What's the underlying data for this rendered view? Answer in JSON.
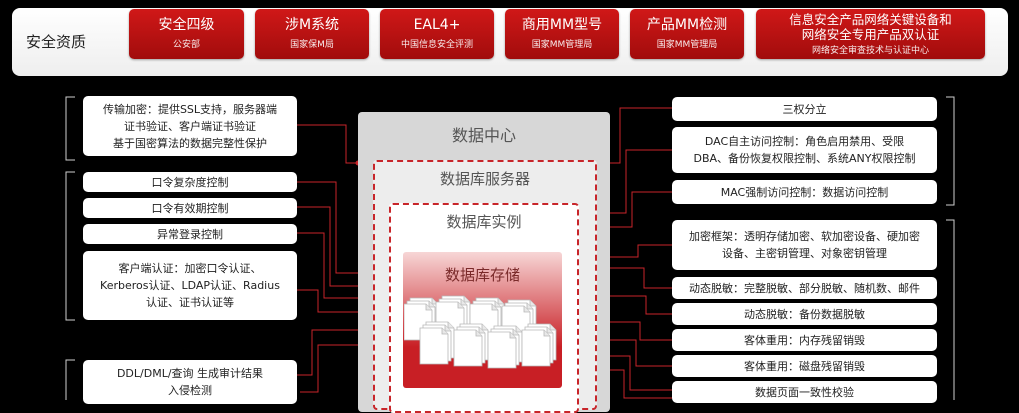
{
  "top": {
    "title": "安全资质",
    "certs": [
      {
        "title": "安全四级",
        "sub": "公安部"
      },
      {
        "title": "涉M系统",
        "sub": "国家保M局"
      },
      {
        "title": "EAL4+",
        "sub": "中国信息安全评测"
      },
      {
        "title": "商用MM型号",
        "sub": "国家MM管理局"
      },
      {
        "title": "产品MM检测",
        "sub": "国家MM管理局"
      },
      {
        "title": "信息安全产品网络关键设备和\n网络安全专用产品双认证",
        "sub": "网络安全审查技术与认证中心"
      }
    ]
  },
  "left": [
    "传输加密：提供SSL支持，服务器端\n证书验证、客户端证书验证\n基于国密算法的数据完整性保护",
    "口令复杂度控制",
    "口令有效期控制",
    "异常登录控制",
    "客户端认证：加密口令认证、\nKerberos认证、LDAP认证、Radius\n认证、证书认证等",
    "DDL/DML/查询 生成审计结果\n入侵检测"
  ],
  "right": [
    "三权分立",
    "DAC自主访问控制：角色启用禁用、受限\nDBA、备份恢复权限控制、系统ANY权限控制",
    "MAC强制访问控制：数据访问控制",
    "加密框架：透明存储加密、软加密设备、硬加密\n设备、主密钥管理、对象密钥管理",
    "动态脱敏：完整脱敏、部分脱敏、随机数、邮件",
    "动态脱敏：备份数据脱敏",
    "客体重用：内存残留销毁",
    "客体重用：磁盘残留销毁",
    "数据页面一致性校验"
  ],
  "layers": {
    "data_center": "数据中心",
    "db_server": "数据库服务器",
    "db_instance": "数据库实例",
    "db_storage": "数据库存储"
  },
  "colors": {
    "accent": "#c8252a",
    "line": "#d8d8d8"
  }
}
